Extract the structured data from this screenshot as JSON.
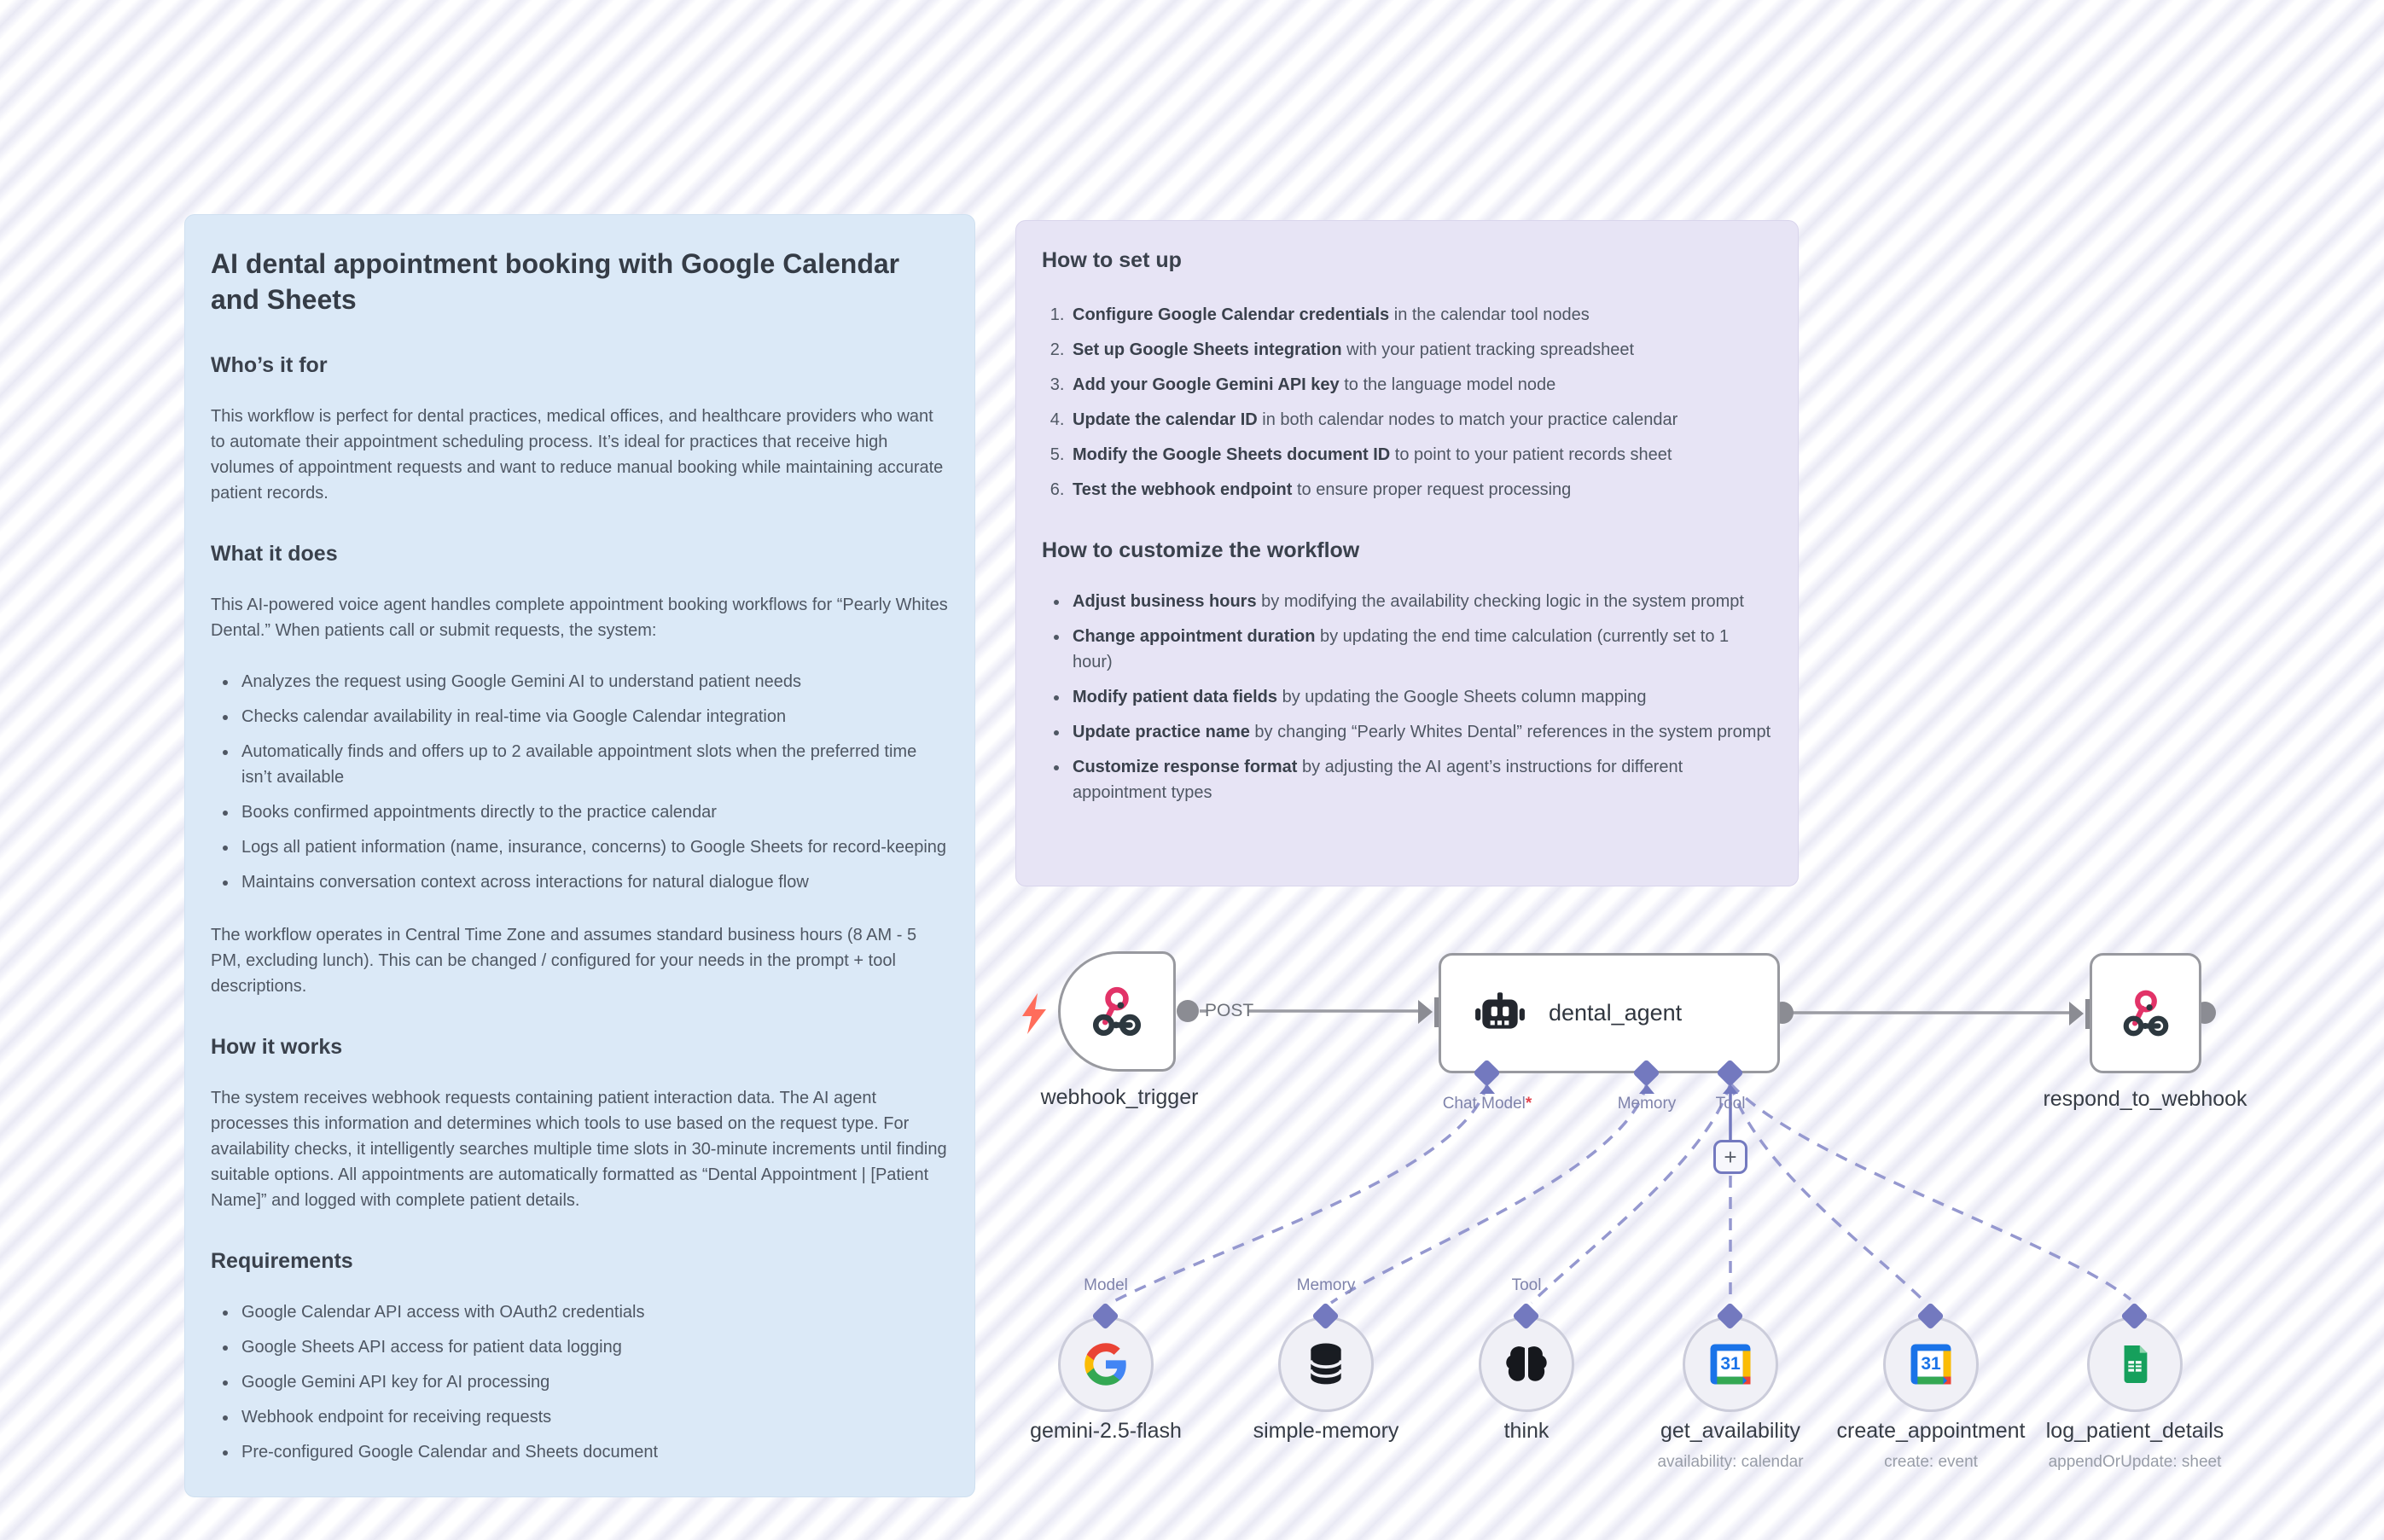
{
  "sticky_blue": {
    "title": "AI dental appointment booking with Google Calendar and Sheets",
    "who_heading": "Who’s it for",
    "who_text": "This workflow is perfect for dental practices, medical offices, and healthcare providers who want to automate their appointment scheduling process. It’s ideal for practices that receive high volumes of appointment requests and want to reduce manual booking while maintaining accurate patient records.",
    "what_heading": "What it does",
    "what_intro": "This AI-powered voice agent handles complete appointment booking workflows for “Pearly Whites Dental.” When patients call or submit requests, the system:",
    "what_bullets": [
      "Analyzes the request using Google Gemini AI to understand patient needs",
      "Checks calendar availability in real-time via Google Calendar integration",
      "Automatically finds and offers up to 2 available appointment slots when the preferred time isn’t available",
      "Books confirmed appointments directly to the practice calendar",
      "Logs all patient information (name, insurance, concerns) to Google Sheets for record-keeping",
      "Maintains conversation context across interactions for natural dialogue flow"
    ],
    "what_outro": "The workflow operates in Central Time Zone and assumes standard business hours (8 AM - 5 PM, excluding lunch). This can be changed / configured for your needs in the prompt + tool descriptions.",
    "how_heading": "How it works",
    "how_text": "The system receives webhook requests containing patient interaction data. The AI agent processes this information and determines which tools to use based on the request type. For availability checks, it intelligently searches multiple time slots in 30-minute increments until finding suitable options. All appointments are automatically formatted as “Dental Appointment | [Patient Name]” and logged with complete patient details.",
    "req_heading": "Requirements",
    "req_bullets": [
      "Google Calendar API access with OAuth2 credentials",
      "Google Sheets API access for patient data logging",
      "Google Gemini API key for AI processing",
      "Webhook endpoint for receiving requests",
      "Pre-configured Google Calendar and Sheets document"
    ]
  },
  "sticky_purple": {
    "setup_heading": "How to set up",
    "setup_steps": [
      {
        "b": "Configure Google Calendar credentials",
        "rest": " in the calendar tool nodes"
      },
      {
        "b": "Set up Google Sheets integration",
        "rest": " with your patient tracking spreadsheet"
      },
      {
        "b": "Add your Google Gemini API key",
        "rest": " to the language model node"
      },
      {
        "b": "Update the calendar ID",
        "rest": " in both calendar nodes to match your practice calendar"
      },
      {
        "b": "Modify the Google Sheets document ID",
        "rest": " to point to your patient records sheet"
      },
      {
        "b": "Test the webhook endpoint",
        "rest": " to ensure proper request processing"
      }
    ],
    "customize_heading": "How to customize the workflow",
    "customize_bullets": [
      {
        "b": "Adjust business hours",
        "rest": " by modifying the availability checking logic in the system prompt"
      },
      {
        "b": "Change appointment duration",
        "rest": " by updating the end time calculation (currently set to 1 hour)"
      },
      {
        "b": "Modify patient data fields",
        "rest": " by updating the Google Sheets column mapping"
      },
      {
        "b": "Update practice name",
        "rest": " by changing “Pearly Whites Dental” references in the system prompt"
      },
      {
        "b": "Customize response format",
        "rest": " by adjusting the AI agent’s instructions for different appointment types"
      }
    ]
  },
  "workflow": {
    "webhook_trigger": {
      "label": "webhook_trigger",
      "output_label": "POST",
      "icon": "webhook-icon",
      "trigger_icon": "lightning-bolt-icon"
    },
    "dental_agent": {
      "label": "dental_agent",
      "icon": "robot-icon",
      "add_tool_label": "+",
      "ports": [
        {
          "label": "Chat Model",
          "required_marker": "*"
        },
        {
          "label": "Memory"
        },
        {
          "label": "Tool"
        }
      ]
    },
    "respond_to_webhook": {
      "label": "respond_to_webhook",
      "icon": "webhook-icon"
    },
    "subnodes": [
      {
        "label": "gemini-2.5-flash",
        "port_label": "Model",
        "icon": "google-g-icon"
      },
      {
        "label": "simple-memory",
        "port_label": "Memory",
        "icon": "database-icon"
      },
      {
        "label": "think",
        "port_label": "Tool",
        "icon": "brain-icon"
      },
      {
        "label": "get_availability",
        "sublabel": "availability: calendar",
        "icon": "google-calendar-icon",
        "calendar_day": "31"
      },
      {
        "label": "create_appointment",
        "sublabel": "create: event",
        "icon": "google-calendar-icon",
        "calendar_day": "31"
      },
      {
        "label": "log_patient_details",
        "sublabel": "appendOrUpdate: sheet",
        "icon": "google-sheets-icon"
      }
    ],
    "colors": {
      "webhook_pink": "#e23368",
      "bolt_orange": "#ff6d5b",
      "port_purple": "#7379bf",
      "edge_gray": "#9b9ca3",
      "sticky_blue_bg": "#dbe9f7",
      "sticky_purple_bg": "#e7e4f5"
    }
  }
}
